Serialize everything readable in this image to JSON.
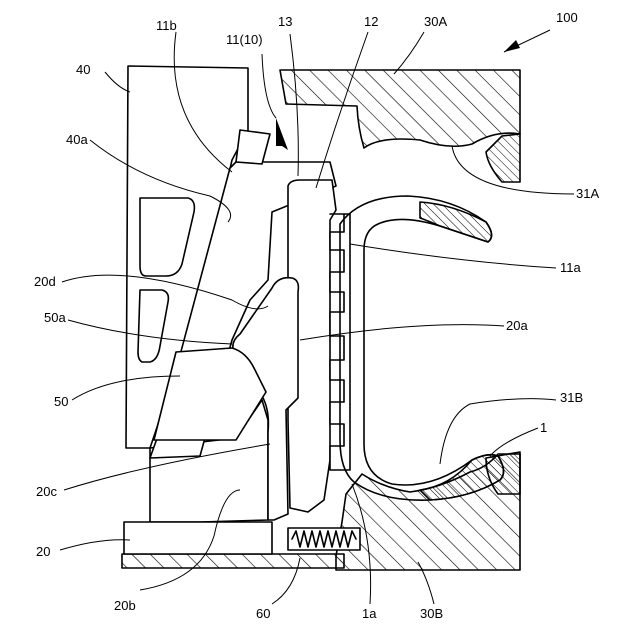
{
  "figure": {
    "labels": {
      "ref_100": "100",
      "ref_40": "40",
      "ref_11b": "11b",
      "ref_11_10": "11(10)",
      "ref_13": "13",
      "ref_12": "12",
      "ref_30A": "30A",
      "ref_40a": "40a",
      "ref_31A": "31A",
      "ref_20d": "20d",
      "ref_11a": "11a",
      "ref_50a": "50a",
      "ref_20a": "20a",
      "ref_50": "50",
      "ref_31B": "31B",
      "ref_1": "1",
      "ref_20c": "20c",
      "ref_20": "20",
      "ref_20b": "20b",
      "ref_60": "60",
      "ref_1a": "1a",
      "ref_30B": "30B"
    }
  }
}
